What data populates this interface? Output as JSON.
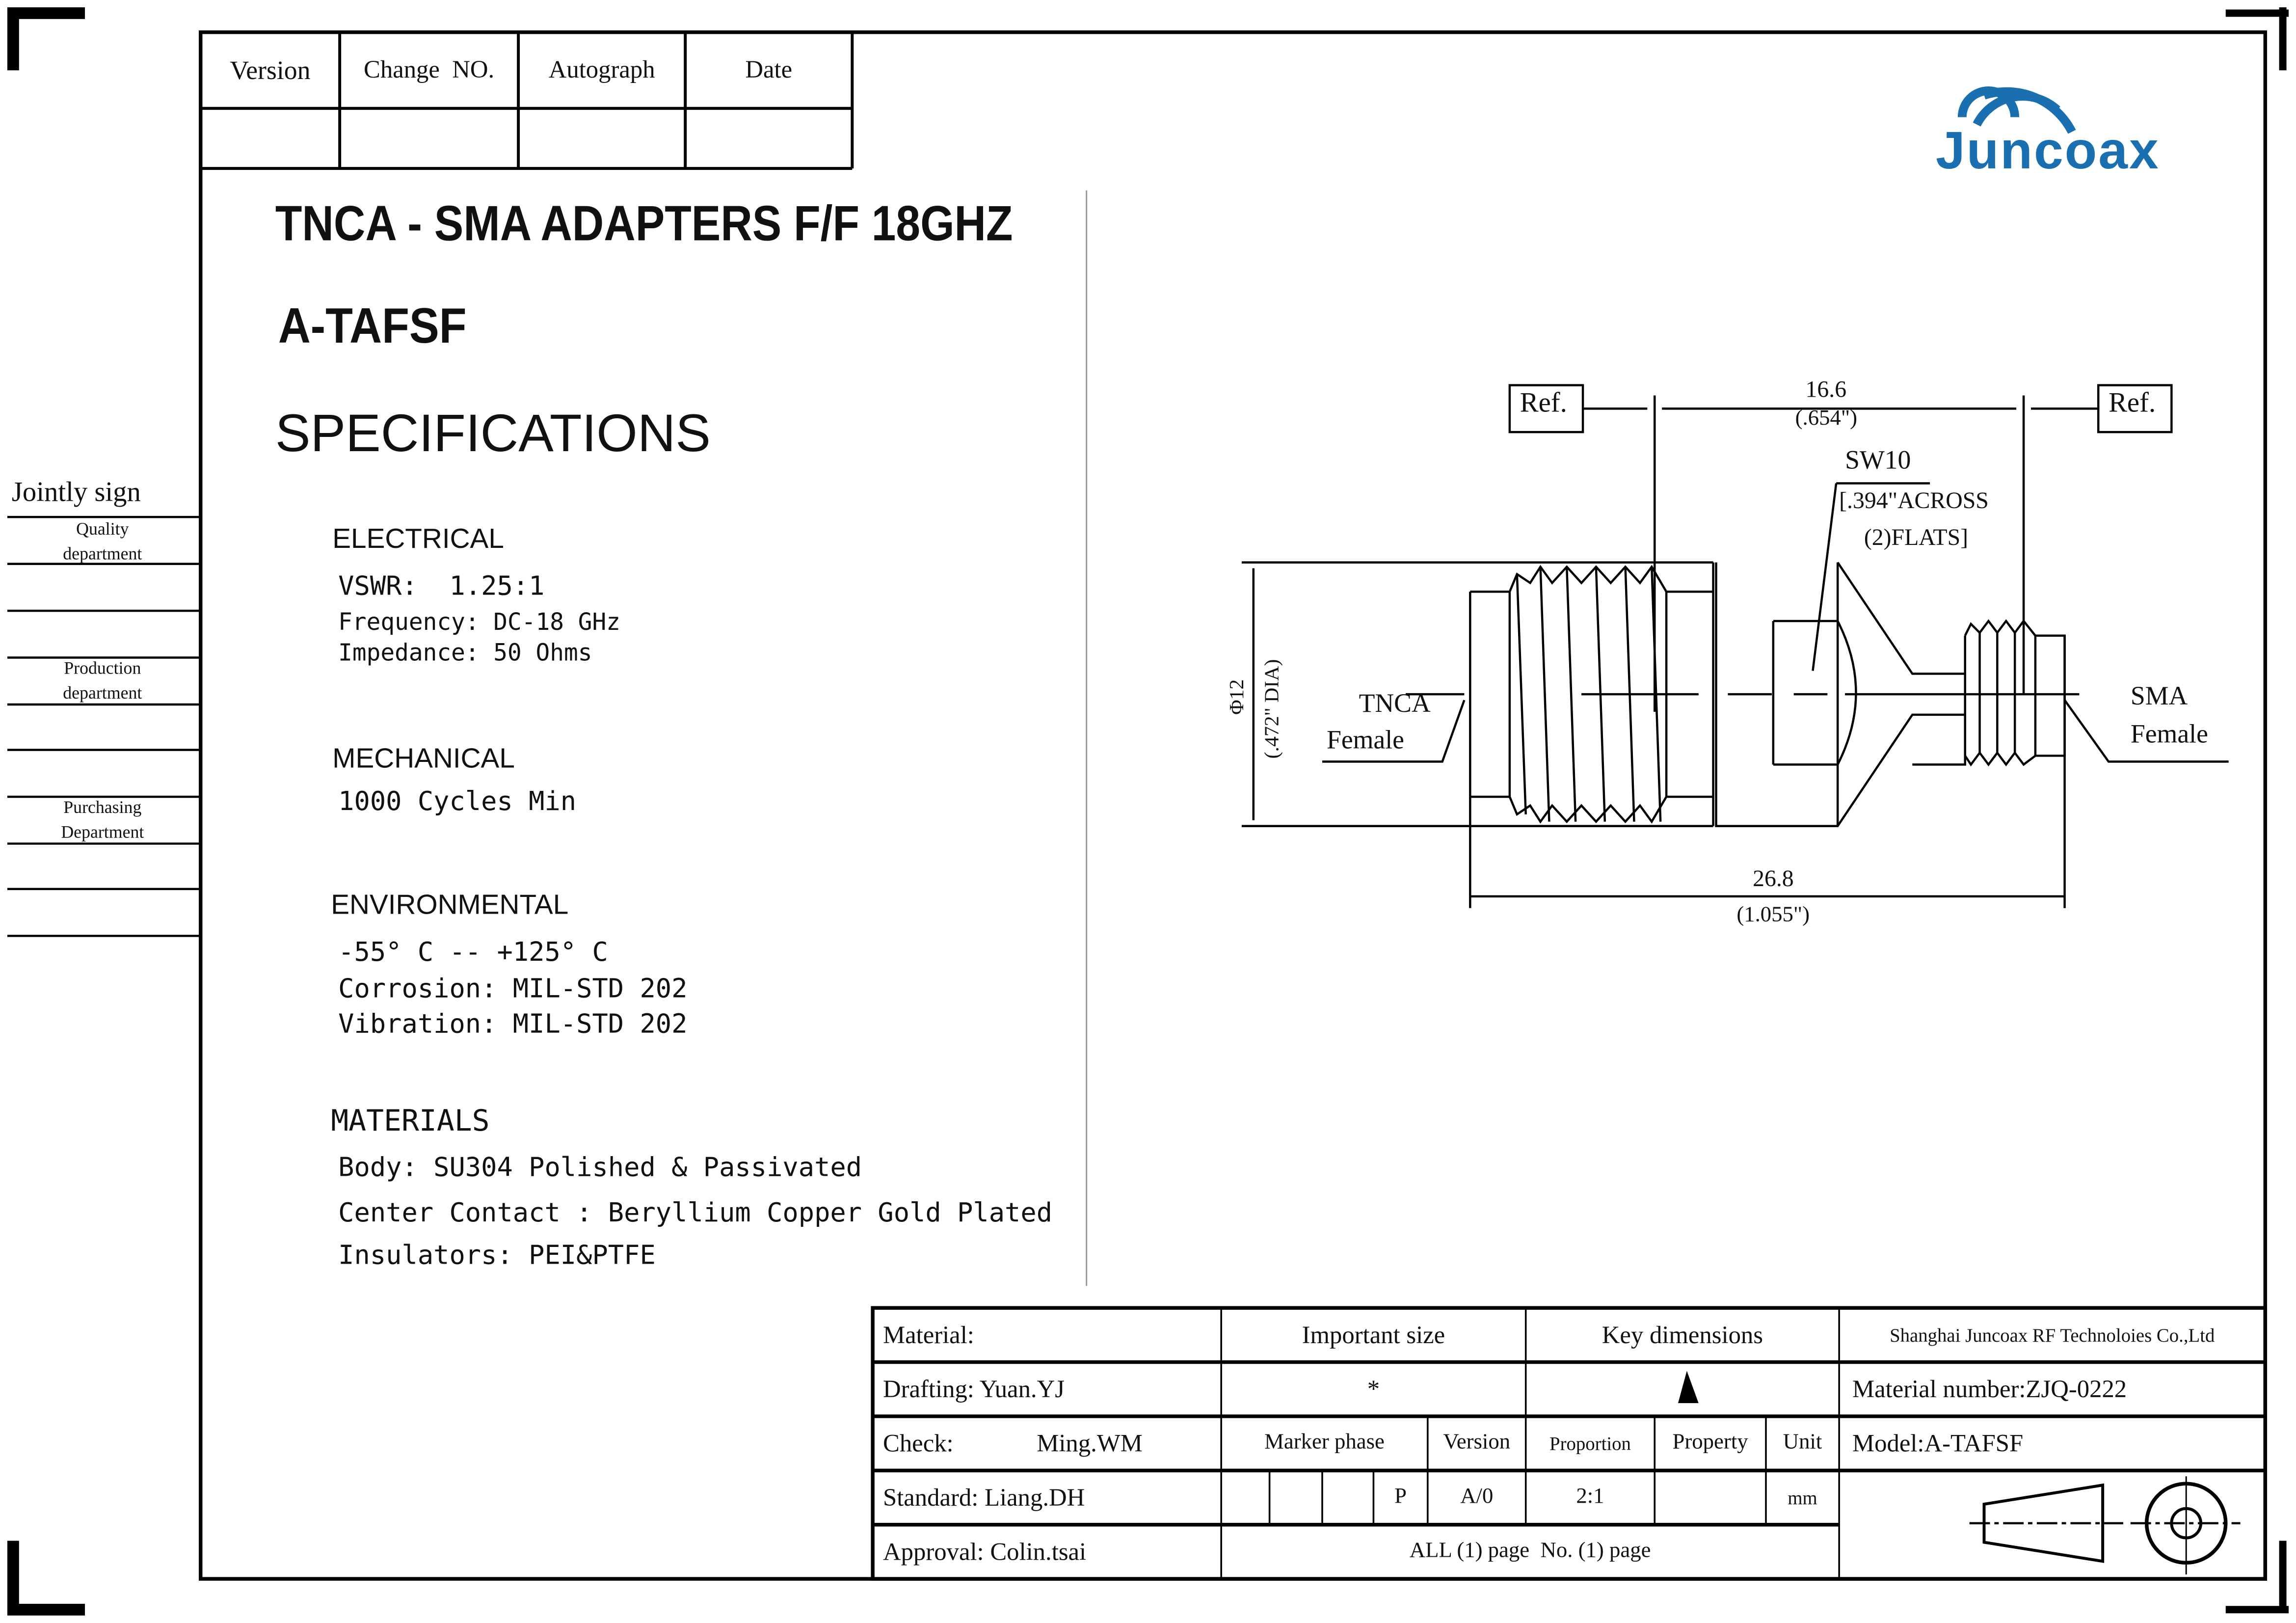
{
  "revision_table": {
    "headers": [
      "Version",
      "Change  NO.",
      "Autograph",
      "Date"
    ]
  },
  "logo": {
    "text": "Juncoax",
    "color": "#1a6fb0"
  },
  "title": {
    "main": "TNCA - SMA ADAPTERS  F/F 18GHZ",
    "model": "A-TAFSF",
    "specs": "SPECIFICATIONS"
  },
  "sign": {
    "heading": "Jointly sign",
    "departments": [
      "Quality department",
      "Production department",
      "Purchasing Department"
    ]
  },
  "electrical": {
    "heading": "ELECTRICAL",
    "lines": [
      "VSWR:  1.25:1",
      "Frequency: DC-18 GHz",
      "Impedance: 50 Ohms"
    ]
  },
  "mechanical": {
    "heading": "MECHANICAL",
    "lines": [
      "1000 Cycles Min"
    ]
  },
  "environmental": {
    "heading": "ENVIRONMENTAL",
    "lines": [
      "-55° C -- +125° C",
      "Corrosion: MIL-STD 202",
      "Vibration: MIL-STD 202"
    ]
  },
  "materials": {
    "heading": "MATERIALS",
    "lines": [
      "Body: SU304 Polished & Passivated",
      "Center Contact : Beryllium Copper Gold Plated",
      "Insulators: PEI&PTFE"
    ]
  },
  "drawing": {
    "ref_left": "Ref.",
    "ref_right": "Ref.",
    "dim_top": "16.6",
    "dim_top_in": "(.654\")",
    "sw": "SW10",
    "sw_note1": "[.394\"ACROSS",
    "sw_note2": "(2)FLATS]",
    "dia": "Φ12",
    "dia_in": "(.472\" DIA)",
    "left_label1": "TNCA",
    "left_label2": "Female",
    "right_label1": "SMA",
    "right_label2": "Female",
    "dim_bottom": "26.8",
    "dim_bottom_in": "(1.055\")"
  },
  "title_block": {
    "material": "Material:",
    "important_size": "Important size",
    "key_dimensions": "Key dimensions",
    "company": "Shanghai Juncoax RF Technoloies Co.,Ltd",
    "drafting": "Drafting: Yuan.YJ",
    "important_mark": "*",
    "material_number": "Material number:ZJQ-0222",
    "check_label": "Check:",
    "check_name": "Ming.WM",
    "marker_phase": "Marker phase",
    "version": "Version",
    "proportion": "Proportion",
    "property": "Property",
    "unit": "Unit",
    "model": "Model:A-TAFSF",
    "standard": "Standard: Liang.DH",
    "phase_value": "P",
    "version_value": "A/0",
    "proportion_value": "2:1",
    "unit_value": "mm",
    "approval": "Approval: Colin.tsai",
    "pages": "ALL (1) page  No. (1) page"
  }
}
